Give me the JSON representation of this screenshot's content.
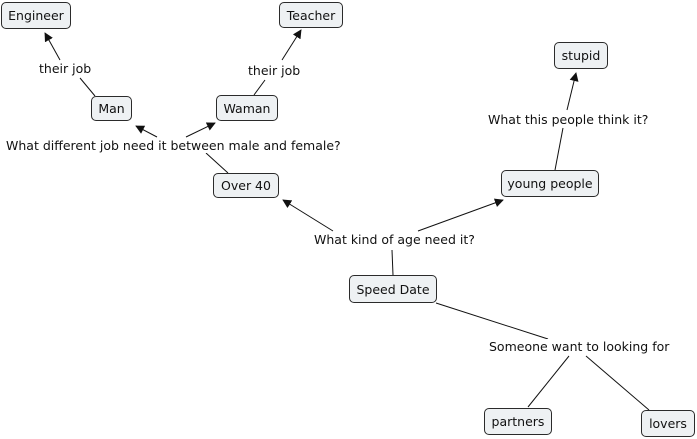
{
  "concepts": {
    "engineer": "Engineer",
    "teacher": "Teacher",
    "man": "Man",
    "waman": "Waman",
    "over40": "Over 40",
    "speed_date": "Speed Date",
    "young_people": "young people",
    "stupid": "stupid",
    "partners": "partners",
    "lovers": "lovers"
  },
  "linking_phrases": {
    "their_job_left": "their job",
    "their_job_right": "their job",
    "job_difference": "What different job need it between male and female?",
    "age_needed": "What kind of age need it?",
    "people_think": "What this people think it?",
    "looking_for": "Someone want to looking for"
  },
  "colors": {
    "node_fill": "#eef1f3",
    "node_border": "#2b2b2b",
    "line": "#111111"
  }
}
